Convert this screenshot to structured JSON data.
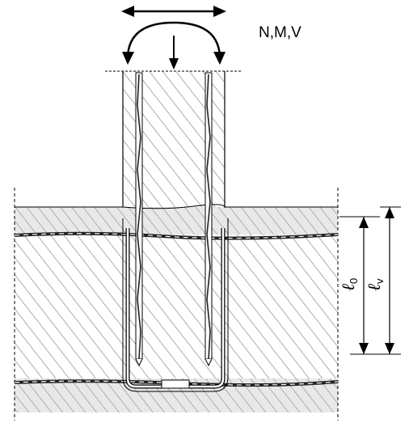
{
  "labels": {
    "loads": "N,M,V",
    "l0_main": "ℓ",
    "l0_sub": "0",
    "lv_main": "ℓ",
    "lv_sub": "v"
  }
}
